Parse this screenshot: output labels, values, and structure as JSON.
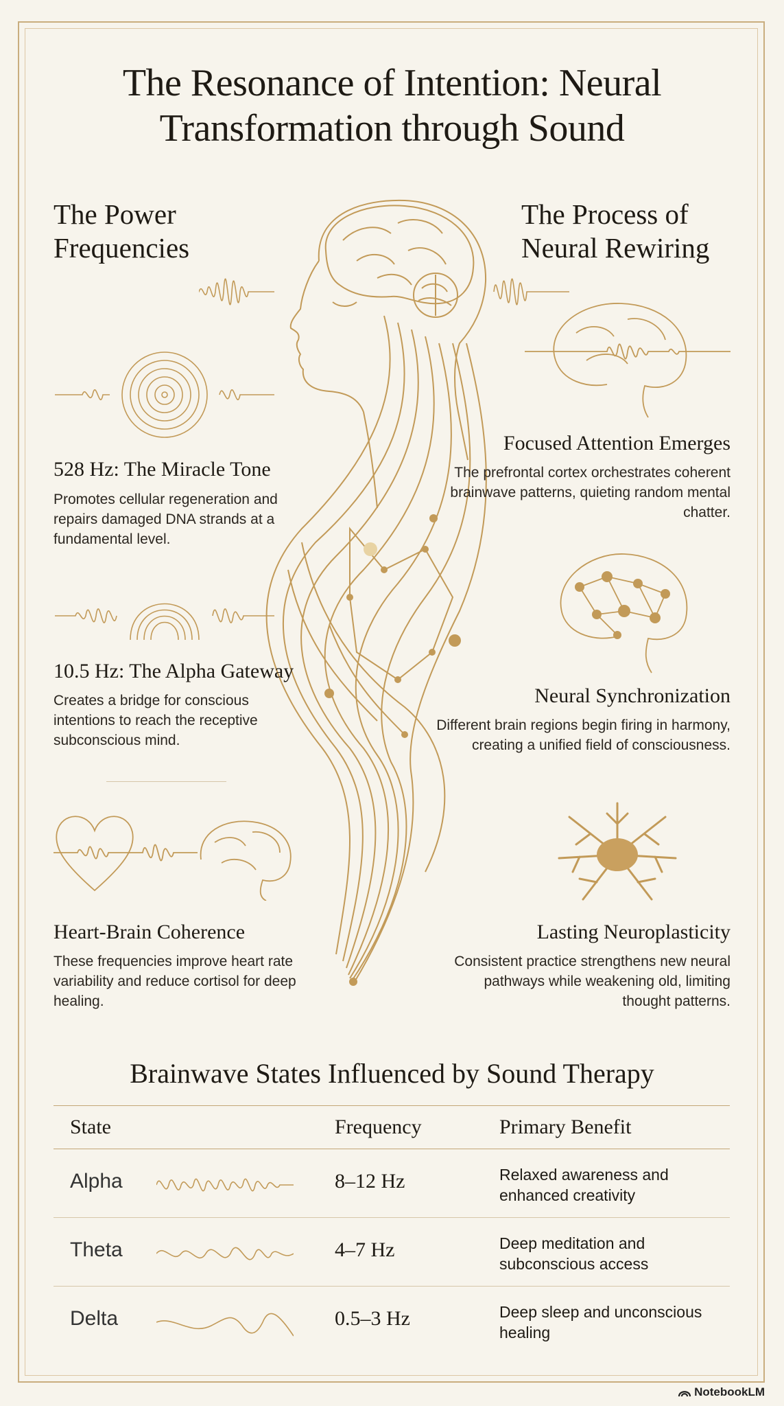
{
  "title": "The Resonance of Intention: Neural Transformation through Sound",
  "left_heading": "The Power Frequencies",
  "right_heading": "The Process of Neural Rewiring",
  "left_items": [
    {
      "title": "528 Hz: The Miracle Tone",
      "desc": "Promotes cellular regeneration and repairs damaged DNA strands at a fundamental level."
    },
    {
      "title": "10.5 Hz: The Alpha Gateway",
      "desc": "Creates a bridge for conscious intentions to reach the receptive subconscious mind."
    },
    {
      "title": "Heart-Brain Coherence",
      "desc": "These frequencies improve heart rate variability and reduce cortisol for deep healing."
    }
  ],
  "right_items": [
    {
      "title": "Focused Attention Emerges",
      "desc": "The prefrontal cortex orchestrates coherent brainwave patterns, quieting random mental chatter."
    },
    {
      "title": "Neural Synchronization",
      "desc": "Different brain regions begin firing in harmony, creating a unified field of consciousness."
    },
    {
      "title": "Lasting Neuroplasticity",
      "desc": "Consistent practice strengthens new neural pathways while weakening old, limiting thought patterns."
    }
  ],
  "table": {
    "title": "Brainwave States Influenced by Sound Therapy",
    "headers": [
      "State",
      "Frequency",
      "Primary Benefit"
    ],
    "rows": [
      {
        "state": "Alpha",
        "frequency": "8–12 Hz",
        "benefit": "Relaxed awareness and enhanced creativity"
      },
      {
        "state": "Theta",
        "frequency": "4–7 Hz",
        "benefit": "Deep meditation and subconscious access"
      },
      {
        "state": "Delta",
        "frequency": "0.5–3 Hz",
        "benefit": "Deep sleep and unconscious healing"
      }
    ]
  },
  "footer": "NotebookLM",
  "colors": {
    "gold": "#c29a58",
    "background": "#f7f4ec",
    "text": "#1e1a14"
  },
  "icons": [
    "spiral-wave-icon",
    "arch-wave-icon",
    "heart-brain-icon",
    "brain-wave-icon",
    "brain-network-icon",
    "neuron-icon",
    "head-silhouette-icon",
    "notebooklm-logo-icon"
  ]
}
